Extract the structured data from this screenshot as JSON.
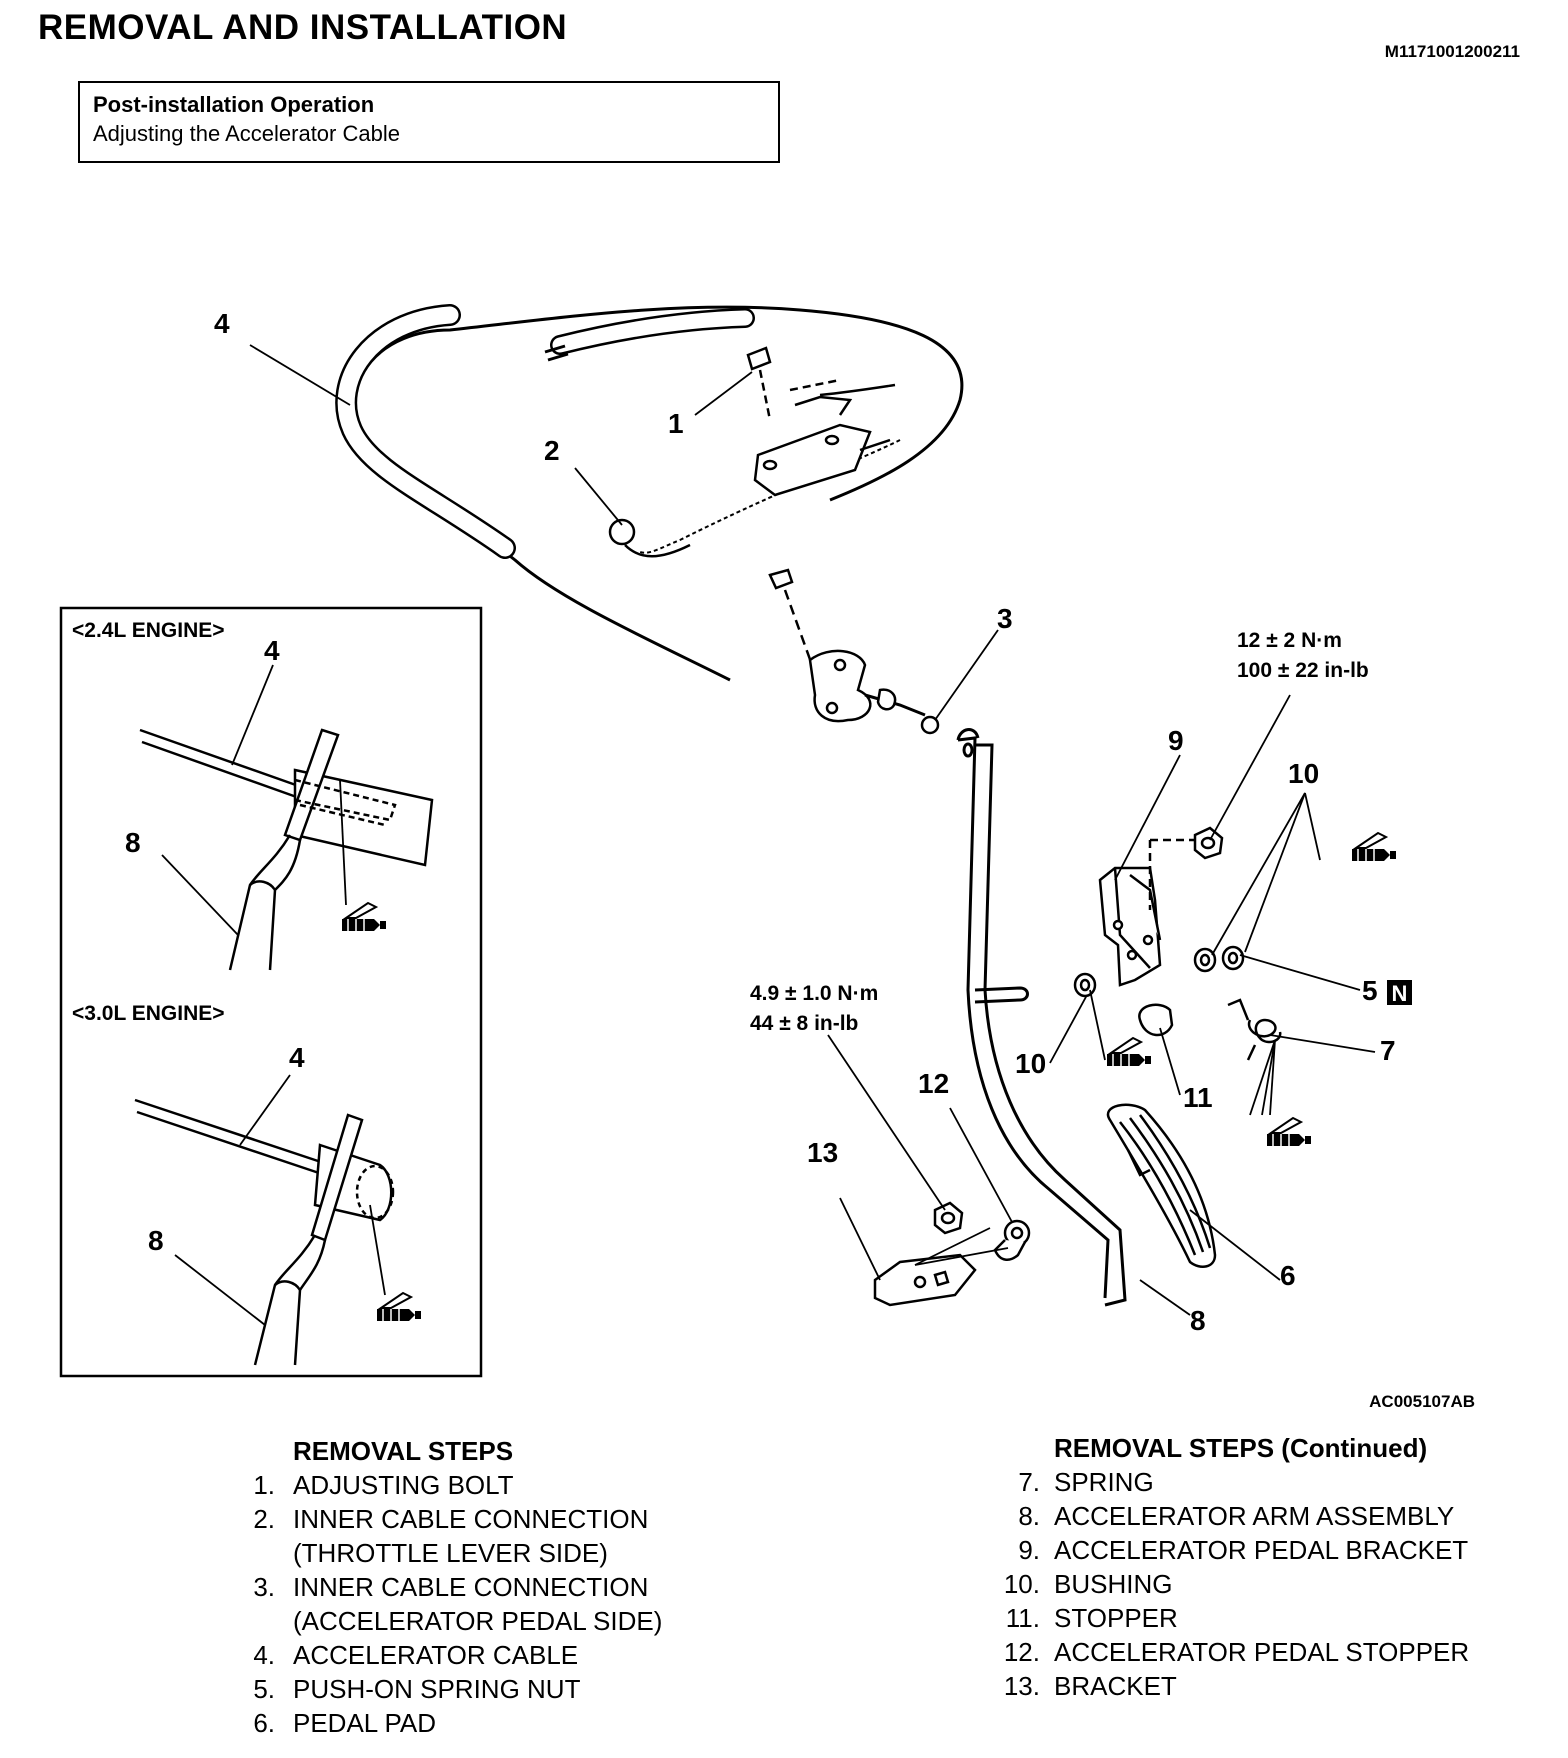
{
  "header": {
    "title": "REMOVAL AND INSTALLATION",
    "document_id": "M1171001200211"
  },
  "post_installation": {
    "heading": "Post-installation Operation",
    "item": "Adjusting the Accelerator Cable"
  },
  "diagram": {
    "figure_id": "AC005107AB",
    "callouts": {
      "c1": "1",
      "c2": "2",
      "c3": "3",
      "c4": "4",
      "c5": "5",
      "c5_badge": "N",
      "c6": "6",
      "c7": "7",
      "c8": "8",
      "c9": "9",
      "c10a": "10",
      "c10b": "10",
      "c11": "11",
      "c12": "12",
      "c13": "13"
    },
    "torque_nut": {
      "line1": "12 ± 2 N·m",
      "line2": "100 ± 22 in-lb"
    },
    "torque_stopper": {
      "line1": "4.9 ± 1.0 N·m",
      "line2": "44 ± 8 in-lb"
    },
    "inset": {
      "label_24": "<2.4L ENGINE>",
      "label_30": "<3.0L ENGINE>",
      "c4a": "4",
      "c8a": "8",
      "c4b": "4",
      "c8b": "8"
    }
  },
  "removal_steps": {
    "heading": "REMOVAL STEPS",
    "items": [
      {
        "num": "1.",
        "lines": [
          "ADJUSTING BOLT"
        ]
      },
      {
        "num": "2.",
        "lines": [
          "INNER CABLE CONNECTION",
          "(THROTTLE LEVER SIDE)"
        ]
      },
      {
        "num": "3.",
        "lines": [
          "INNER CABLE CONNECTION",
          "(ACCELERATOR PEDAL SIDE)"
        ]
      },
      {
        "num": "4.",
        "lines": [
          "ACCELERATOR CABLE"
        ]
      },
      {
        "num": "5.",
        "lines": [
          "PUSH-ON SPRING NUT"
        ]
      },
      {
        "num": "6.",
        "lines": [
          "PEDAL PAD"
        ]
      }
    ]
  },
  "removal_steps_continued": {
    "heading": "REMOVAL STEPS (Continued)",
    "items": [
      {
        "num": "7.",
        "lines": [
          "SPRING"
        ]
      },
      {
        "num": "8.",
        "lines": [
          "ACCELERATOR ARM ASSEMBLY"
        ]
      },
      {
        "num": "9.",
        "lines": [
          "ACCELERATOR PEDAL BRACKET"
        ]
      },
      {
        "num": "10.",
        "lines": [
          "BUSHING"
        ]
      },
      {
        "num": "11.",
        "lines": [
          "STOPPER"
        ]
      },
      {
        "num": "12.",
        "lines": [
          "ACCELERATOR PEDAL STOPPER"
        ]
      },
      {
        "num": "13.",
        "lines": [
          "BRACKET"
        ]
      }
    ]
  }
}
